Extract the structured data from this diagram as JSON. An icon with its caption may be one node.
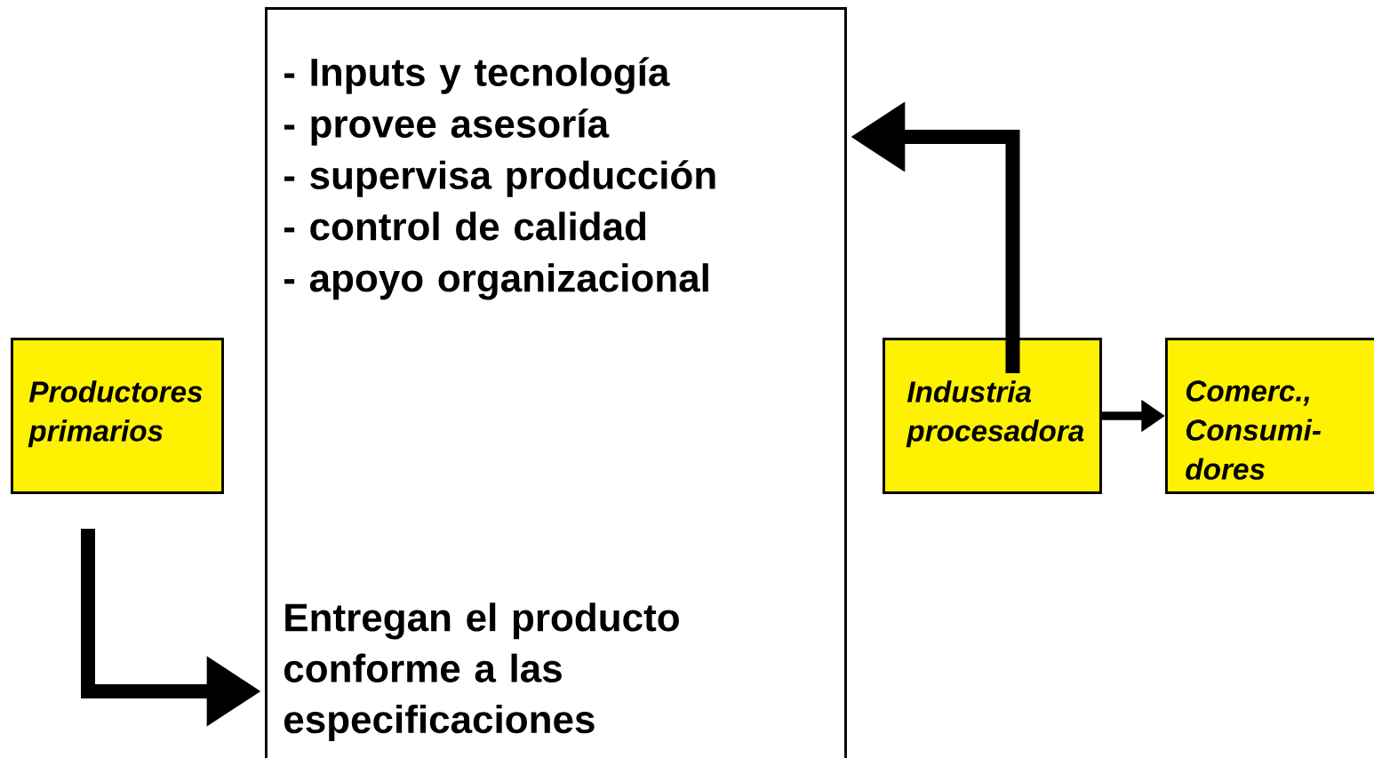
{
  "diagram": {
    "nodes": [
      {
        "text": [
          "- Inputs y tecnología",
          "- provee asesoría",
          "- supervisa producción",
          "- control de calidad",
          "- apoyo organizacional",
          "Entregan el producto conforme a las especificaciones"
        ]
      },
      {
        "text": [
          "Productores primarios"
        ]
      },
      {
        "text": [
          "Industria procesadora"
        ]
      },
      {
        "text": [
          "Comerc., Consumi- dores"
        ]
      }
    ],
    "edges": [
      {
        "from": 1,
        "to": 0,
        "arrow": "to"
      },
      {
        "from": 2,
        "to": 0,
        "arrow": "to"
      },
      {
        "from": 2,
        "to": 3,
        "arrow": "to"
      }
    ]
  }
}
